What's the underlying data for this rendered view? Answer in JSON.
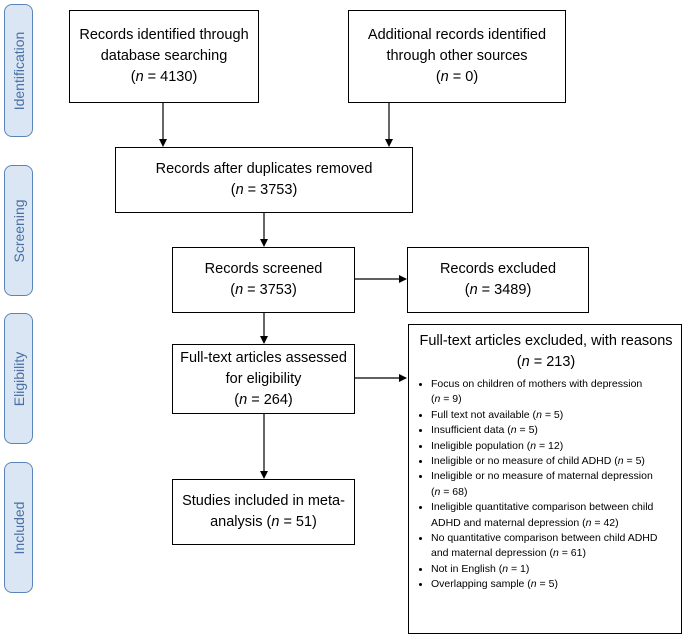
{
  "phases": [
    {
      "id": "identification",
      "label": "Identification"
    },
    {
      "id": "screening",
      "label": "Screening"
    },
    {
      "id": "eligibility",
      "label": "Eligibility"
    },
    {
      "id": "included",
      "label": "Included"
    }
  ],
  "boxes": {
    "db_search": {
      "line1": "Records identified through",
      "line2": "database searching",
      "n_prefix": "n",
      "n_value": "= 4130"
    },
    "other_sources": {
      "line1": "Additional records identified",
      "line2": "through other sources",
      "n_prefix": "n",
      "n_value": "= 0"
    },
    "after_duplicates": {
      "line1": "Records after duplicates removed",
      "n_prefix": "n",
      "n_value": "= 3753"
    },
    "screened": {
      "line1": "Records screened",
      "n_prefix": "n",
      "n_value": "= 3753"
    },
    "excluded": {
      "line1": "Records excluded",
      "n_prefix": "n",
      "n_value": "= 3489"
    },
    "fulltext": {
      "line1": "Full-text articles assessed",
      "line2": "for eligibility",
      "n_prefix": "n",
      "n_value": "= 264"
    },
    "included": {
      "line1": "Studies included in meta-",
      "line2": "analysis (",
      "n_prefix": "n",
      "n_value": "= 51)"
    }
  },
  "exclusions": {
    "title": "Full-text articles excluded, with reasons",
    "n_prefix": "n",
    "n_value": "= 213",
    "reasons": [
      {
        "pre": "Focus on children of mothers with depression",
        "break": true,
        "n": "= 9)"
      },
      {
        "pre": "Full text not available (",
        "break": false,
        "n": "= 5)"
      },
      {
        "pre": "Insufficient data (",
        "break": false,
        "n": "= 5)"
      },
      {
        "pre": "Ineligible population (",
        "break": false,
        "n": "= 12)"
      },
      {
        "pre": "Ineligible or no measure of child ADHD (",
        "break": false,
        "n": "= 5)"
      },
      {
        "pre": "Ineligible or no measure of maternal depression",
        "break": true,
        "n": "= 68)"
      },
      {
        "pre": "Ineligible quantitative comparison between child ADHD and maternal depression (",
        "break": false,
        "n": "= 42)"
      },
      {
        "pre": "No quantitative comparison between child ADHD and maternal depression (",
        "break": false,
        "n": "= 61)"
      },
      {
        "pre": "Not in English (",
        "break": false,
        "n": "= 1)"
      },
      {
        "pre": "Overlapping sample (",
        "break": false,
        "n": "= 5)"
      }
    ]
  },
  "colors": {
    "phase_fill": "#dbe6f4",
    "phase_border": "#5b85b8",
    "phase_text": "#4a6fa2",
    "line": "#000000"
  }
}
